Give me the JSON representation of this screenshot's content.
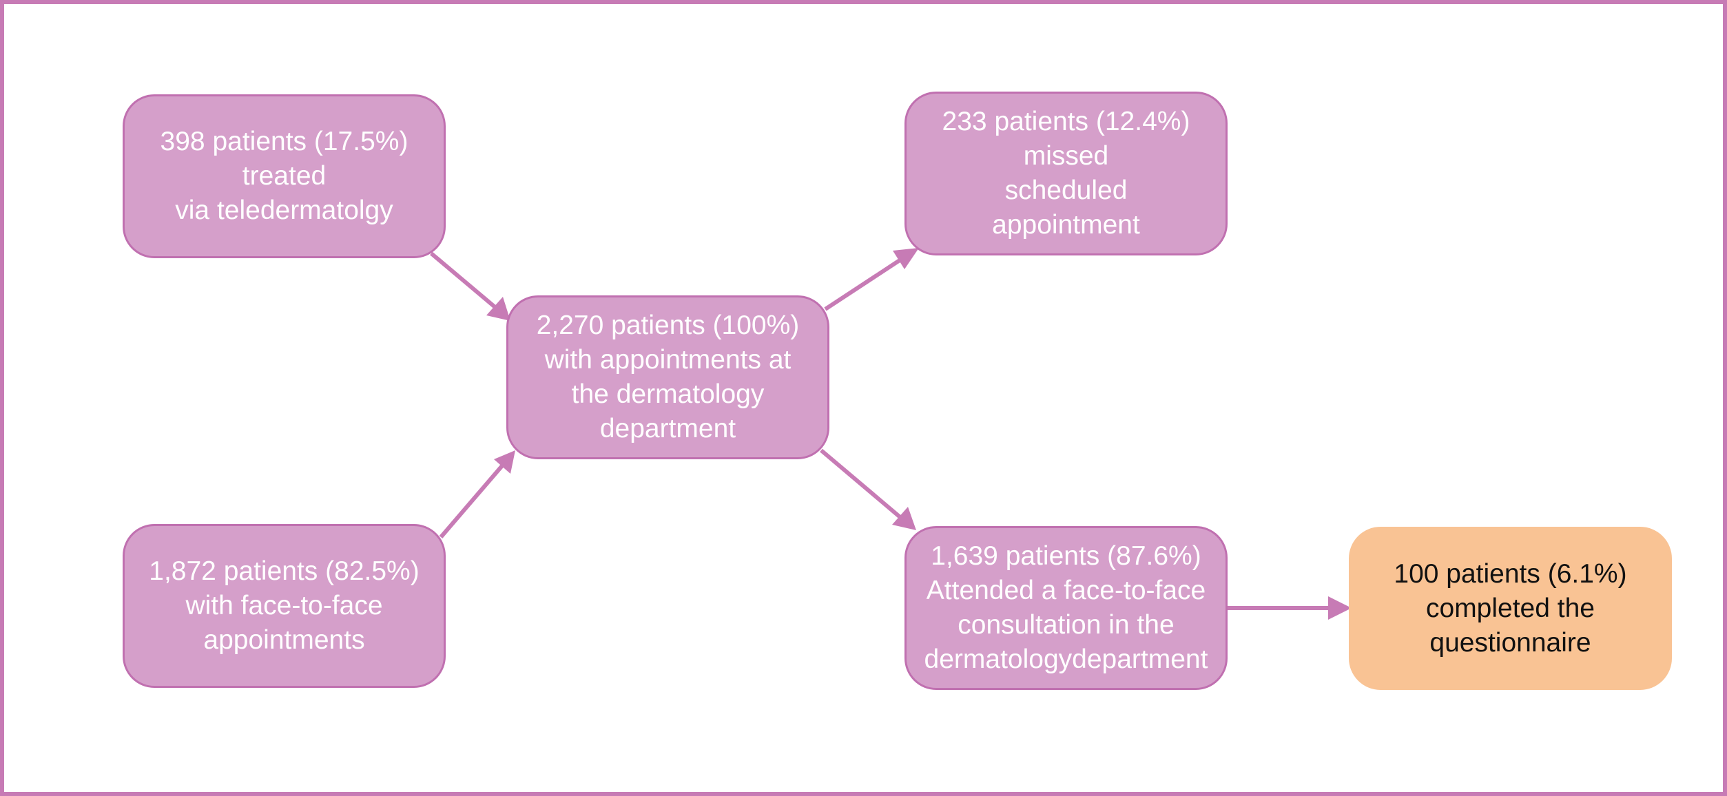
{
  "colors": {
    "border": "#c77bb5",
    "box_fill": "#d59fca",
    "box_stroke": "#c070b0",
    "arrow": "#c77bb5",
    "highlight_fill": "#f9c394",
    "box_text": "#ffffff",
    "highlight_text": "#111111"
  },
  "nodes": {
    "telederm": {
      "lines": [
        "398 patients (17.5%)",
        "treated",
        "via teledermatolgy"
      ]
    },
    "face_to_face": {
      "lines": [
        "1,872 patients (82.5%)",
        "with face-to-face",
        "appointments"
      ]
    },
    "total": {
      "lines": [
        "2,270 patients (100%)",
        "with appointments at",
        "the dermatology",
        "department"
      ]
    },
    "missed": {
      "lines": [
        "233 patients (12.4%)",
        "missed",
        "scheduled",
        "appointment"
      ]
    },
    "attended": {
      "lines": [
        "1,639 patients (87.6%)",
        "Attended a face-to-face",
        "consultation in the",
        "dermatologydepartment"
      ]
    },
    "questionnaire": {
      "lines": [
        "100 patients (6.1%)",
        "completed the",
        "questionnaire"
      ]
    }
  },
  "edges": [
    {
      "from": "telederm",
      "to": "total"
    },
    {
      "from": "face_to_face",
      "to": "total"
    },
    {
      "from": "total",
      "to": "missed"
    },
    {
      "from": "total",
      "to": "attended"
    },
    {
      "from": "attended",
      "to": "questionnaire"
    }
  ]
}
